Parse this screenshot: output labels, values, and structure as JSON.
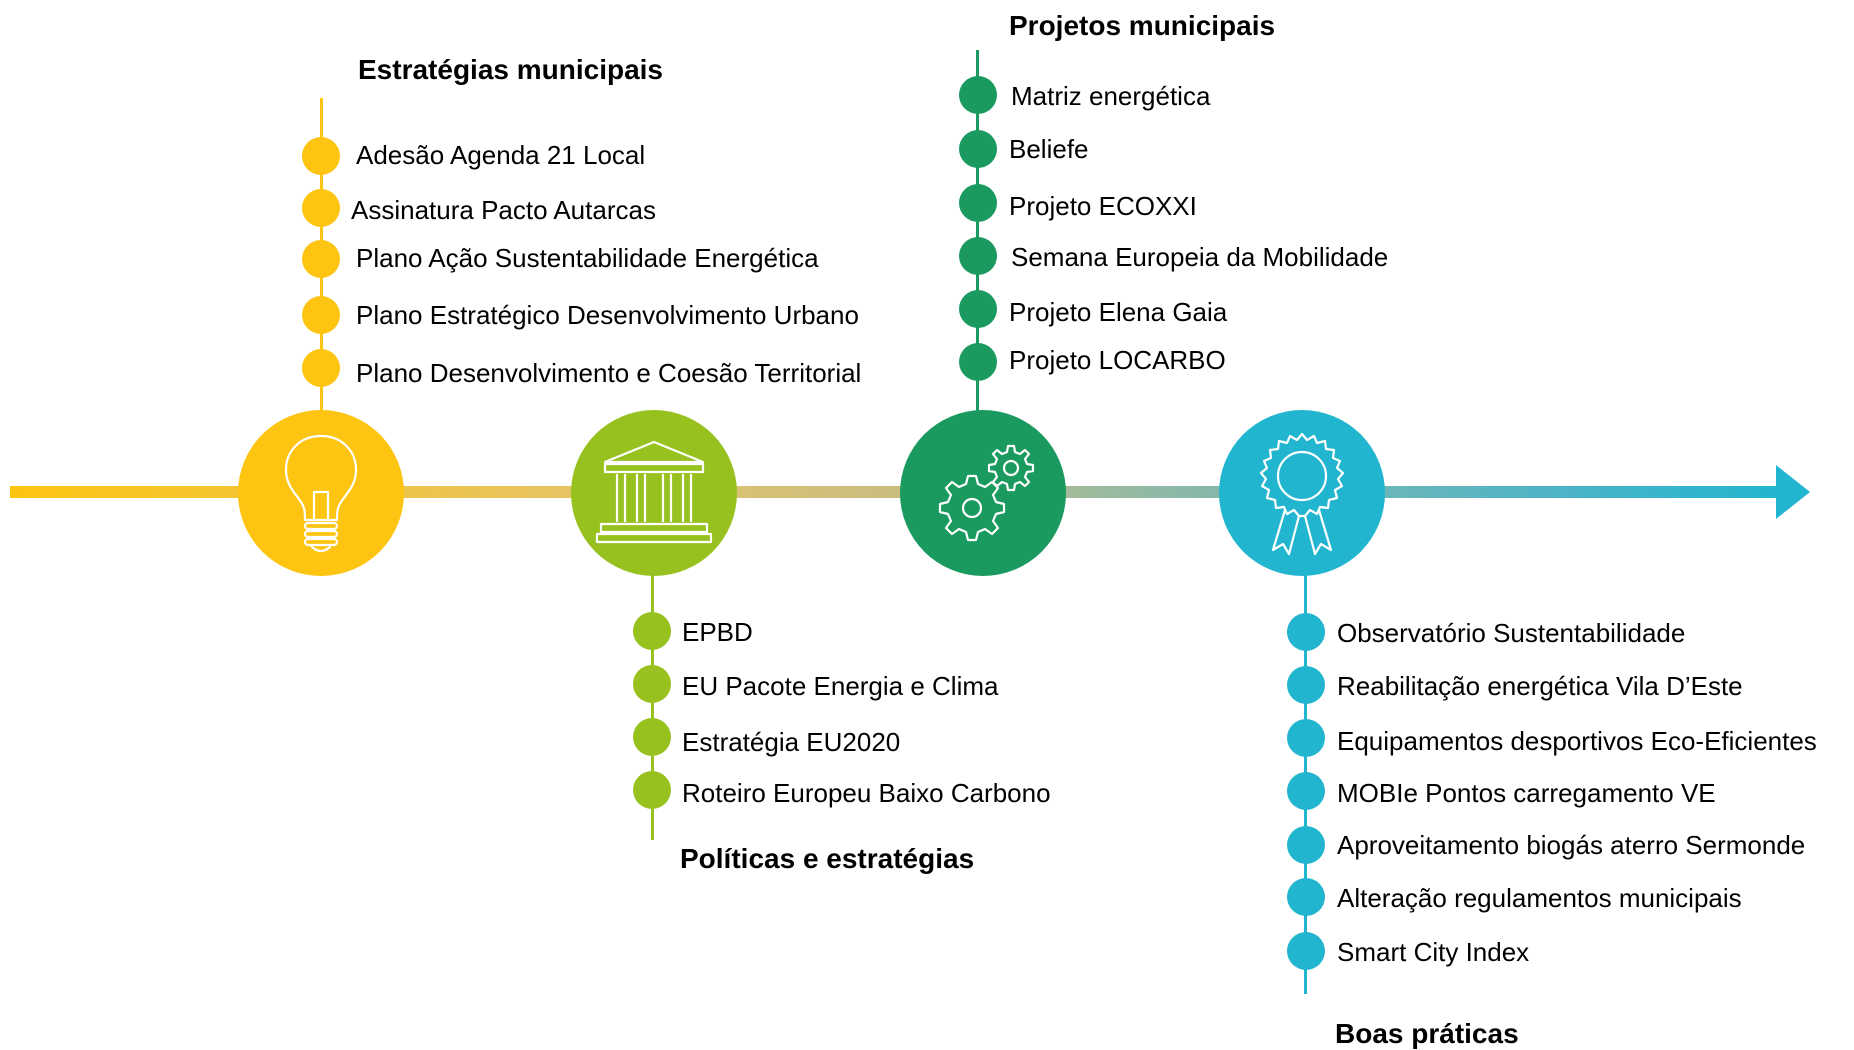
{
  "colors": {
    "yellow": "#FDC411",
    "lime": "#97C11F",
    "green": "#1A9A5E",
    "cyan": "#22B5CF"
  },
  "groups": {
    "strategies": {
      "heading": "Estratégias municipais",
      "icon": "lightbulb-icon",
      "items": [
        "Adesão Agenda 21 Local",
        "Assinatura Pacto Autarcas",
        "Plano Ação Sustentabilidade Energética",
        "Plano Estratégico Desenvolvimento Urbano",
        "Plano Desenvolvimento e Coesão Territorial"
      ]
    },
    "policies": {
      "heading": "Políticas e estratégias",
      "icon": "institution-building-icon",
      "items": [
        "EPBD",
        "EU Pacote Energia e Clima",
        "Estratégia EU2020",
        "Roteiro Europeu Baixo Carbono"
      ]
    },
    "projects": {
      "heading": "Projetos municipais",
      "icon": "gears-icon",
      "items": [
        "Matriz energética",
        "Beliefe",
        "Projeto ECOXXI",
        "Semana Europeia da Mobilidade",
        "Projeto Elena Gaia",
        "Projeto LOCARBO"
      ]
    },
    "practices": {
      "heading": "Boas práticas",
      "icon": "award-ribbon-icon",
      "items": [
        "Observatório Sustentabilidade",
        "Reabilitação  energética Vila D’Este",
        "Equipamentos desportivos Eco-Eficientes",
        "MOBIe Pontos carregamento VE",
        "Aproveitamento biogás aterro Sermonde",
        "Alteração regulamentos municipais",
        "Smart City Index"
      ]
    }
  }
}
